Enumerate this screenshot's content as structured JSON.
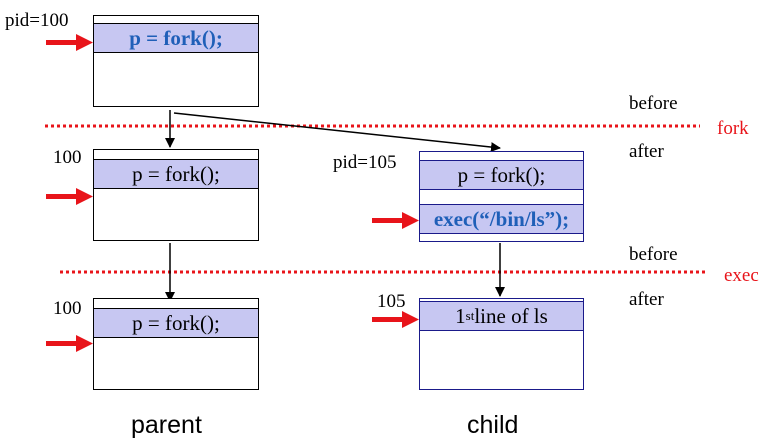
{
  "colors": {
    "highlight_text": "#1f5fb8",
    "code_bg": "#c7c7f2",
    "event_line": "#e8141a",
    "pc_arrow": "#e8141a"
  },
  "top": {
    "pid_label": "pid=100",
    "code": "p = fork();"
  },
  "middle_parent": {
    "pid_label": "100",
    "code": "p = fork();"
  },
  "middle_child": {
    "pid_label": "pid=105",
    "code1": "p = fork();",
    "code2": "exec(“/bin/ls”);"
  },
  "bottom_parent": {
    "pid_label": "100",
    "code": "p = fork();"
  },
  "bottom_child": {
    "pid_label": "105",
    "code_sup": "st",
    "code_prefix": "1",
    "code_rest": " line of ls"
  },
  "fork_divider": {
    "before": "before",
    "after": "after",
    "event": "fork"
  },
  "exec_divider": {
    "before": "before",
    "after": "after",
    "event": "exec"
  },
  "footer": {
    "parent": "parent",
    "child": "child"
  }
}
